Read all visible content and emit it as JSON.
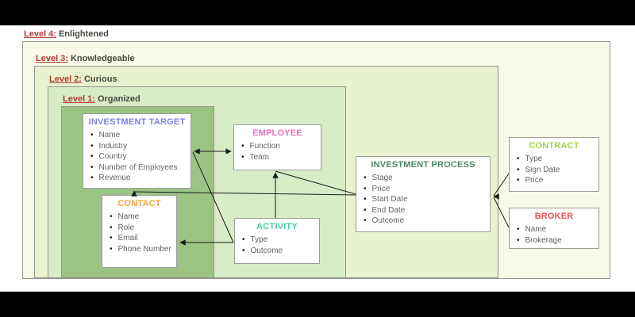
{
  "levels": [
    {
      "prefix": "Level 4:",
      "name": "Enlightened"
    },
    {
      "prefix": "Level 3:",
      "name": "Knowledgeable"
    },
    {
      "prefix": "Level 2:",
      "name": "Curious"
    },
    {
      "prefix": "Level 1:",
      "name": "Organized"
    }
  ],
  "entities": [
    {
      "title": "INVESTMENT TARGET",
      "title_color": "#7d81e3",
      "fields": [
        "Name",
        "Industry",
        "Country",
        "Number of Employees",
        "Revenue"
      ]
    },
    {
      "title": "EMPLOYEE",
      "title_color": "#ef6fc0",
      "fields": [
        "Function",
        "Team"
      ]
    },
    {
      "title": "CONTACT",
      "title_color": "#f3a23a",
      "fields": [
        "Name",
        "Role",
        "Email",
        "Phone Number"
      ]
    },
    {
      "title": "ACTIVITY",
      "title_color": "#41cf9e",
      "fields": [
        "Type",
        "Outcome"
      ]
    },
    {
      "title": "INVESTMENT PROCESS",
      "title_color": "#4f8a69",
      "fields": [
        "Stage",
        "Price",
        "Start Date",
        "End Date",
        "Outcome"
      ]
    },
    {
      "title": "CONTRACT",
      "title_color": "#a9d14d",
      "fields": [
        "Type",
        "Sign Date",
        "Price"
      ]
    },
    {
      "title": "BROKER",
      "title_color": "#f05049",
      "fields": [
        "Name",
        "Brokerage"
      ]
    }
  ],
  "connections": [
    {
      "from": "investment-target",
      "to": "employee",
      "style": "double-arrow"
    },
    {
      "from": "activity",
      "to": "investment-target",
      "style": "arrow"
    },
    {
      "from": "activity",
      "to": "contact",
      "style": "arrow"
    },
    {
      "from": "activity",
      "to": "employee",
      "style": "arrow"
    },
    {
      "from": "investment-process",
      "to": "investment-target",
      "style": "arrow"
    },
    {
      "from": "investment-process",
      "to": "employee",
      "style": "arrow"
    },
    {
      "from": "contract",
      "to": "investment-process",
      "style": "arrow"
    },
    {
      "from": "broker",
      "to": "investment-process",
      "style": "arrow"
    }
  ],
  "colors": {
    "level_label_red": "#b23c33",
    "level_name_gray": "#47473f",
    "level4_fill": "#f8f9e8",
    "level3_fill": "#e9f2cf",
    "level2_fill": "#d8ecc6",
    "level1_fill": "#9bc384",
    "entity_text": "#5f6368",
    "arrow": "#1a1a1a",
    "letterbox": "#000000"
  }
}
